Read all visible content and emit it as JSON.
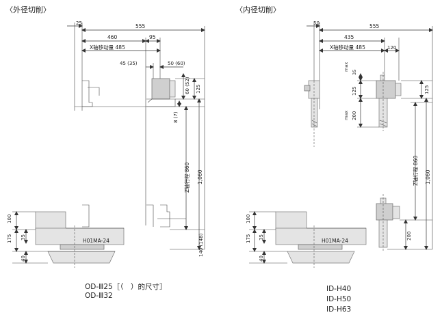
{
  "left": {
    "title": "〈外径切削〉",
    "dims": {
      "d25": "25",
      "d555": "555",
      "d460": "460",
      "d95": "95",
      "xtravel": "X轴移动量 485",
      "d45": "45 (35)",
      "d50": "50 (60)",
      "d60": "60 (52)",
      "d125": "125",
      "d8": "8 (7)",
      "ztravel": "Z轴行程 860",
      "d1060": "1,060",
      "d140": "140 (148)",
      "d100": "100",
      "d175": "175",
      "d35": "35",
      "d40": "40"
    },
    "machine": "H01MA-24",
    "caption1": "OD-Ⅲ25［（　）的尺寸］",
    "caption2": "OD-Ⅲ32"
  },
  "right": {
    "title": "〈内径切削〉",
    "dims": {
      "d50": "50",
      "d555": "555",
      "d435": "435",
      "d120": "120",
      "xtravel": "X轴移动量 485",
      "max1": "max",
      "d35": "35",
      "d125a": "125",
      "max2": "max",
      "d200a": "200",
      "d125b": "125",
      "ztravel": "Z轴行程 860",
      "d1060": "1,060",
      "d200b": "200",
      "d100": "100",
      "d175": "175",
      "d35b": "35",
      "d40": "40"
    },
    "machine": "H01MA-24",
    "captions": [
      "ID-H40",
      "ID-H50",
      "ID-H63"
    ]
  }
}
